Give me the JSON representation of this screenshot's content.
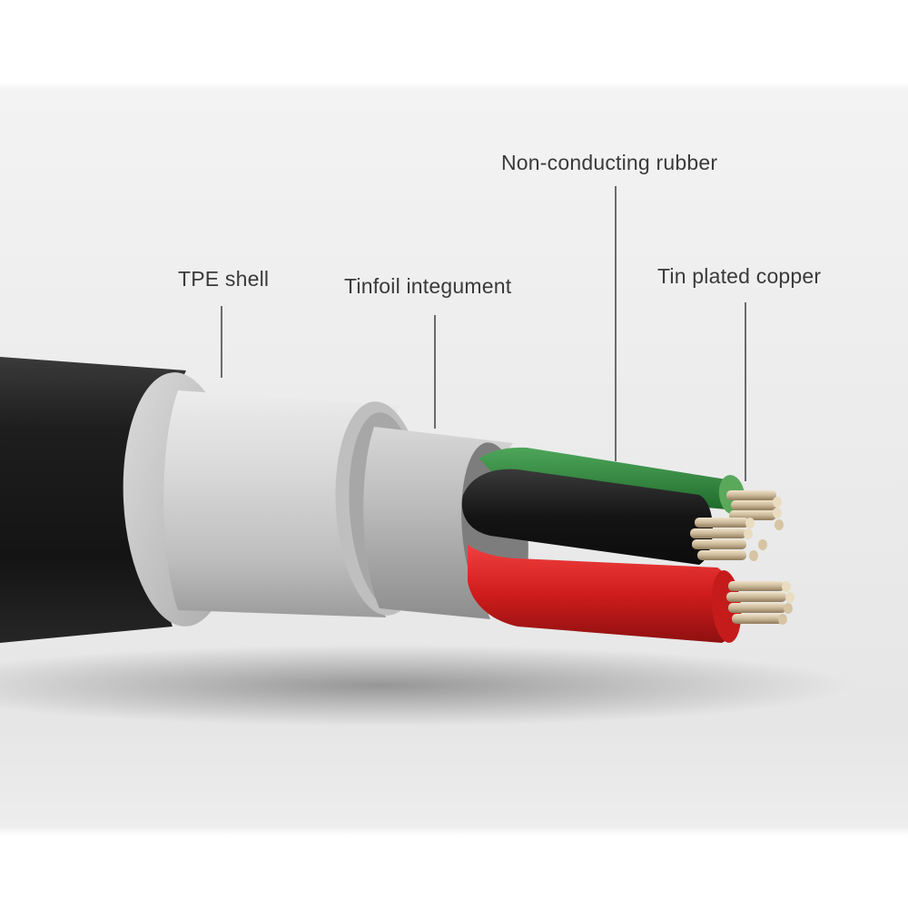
{
  "labels": {
    "tpe_shell": "TPE shell",
    "tinfoil_integument": "Tinfoil integument",
    "non_conducting_rubber": "Non-conducting rubber",
    "tin_plated_copper": "Tin plated copper"
  },
  "colors": {
    "outer_jacket": "#1b1b1b",
    "shield_layer": "#cfcfcf",
    "foil_layer": "#b5b5b5",
    "wire_green": "#2f8a3a",
    "wire_black": "#161616",
    "wire_red": "#d42020",
    "copper": "#cbb898",
    "label_text": "#3a3a3a",
    "leader_line": "#6b6b6b"
  }
}
